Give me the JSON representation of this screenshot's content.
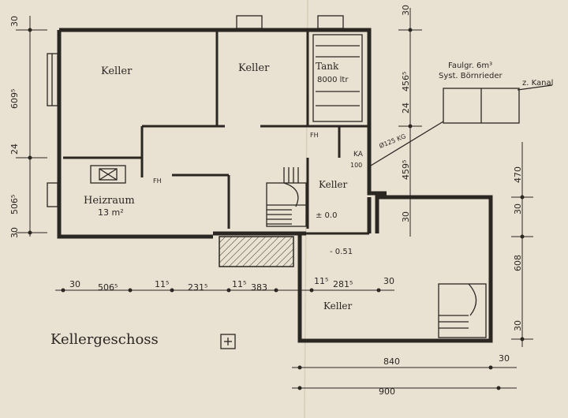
{
  "title": "Kellergeschoss",
  "rooms": {
    "keller_left": "Keller",
    "keller_mid": "Keller",
    "tank": "Tank",
    "tank_volume": "8000 ltr",
    "heizraum": "Heizraum",
    "heizraum_area": "13 m²",
    "keller_stair": "Keller",
    "keller_annex": "Keller"
  },
  "annotations": {
    "faulgr": "Faulgr. 6m³",
    "faulgr_sub": "Syst. Börnrieder",
    "kanal": "z. Kanal",
    "ka": "KA",
    "ka_val": "100",
    "slope": "Ø125 KG",
    "fh1": "FH",
    "fh2": "FH",
    "level1": "± 0.0",
    "level2": "- 0.51"
  },
  "dimensions": {
    "left_vertical": [
      "30",
      "609⁵",
      "24",
      "506⁵",
      "30"
    ],
    "right_vertical_top": [
      "30",
      "456⁵",
      "24",
      "459⁵",
      "30"
    ],
    "right_vertical_annex": [
      "470",
      "30",
      "608",
      "30"
    ],
    "bottom_chain": [
      "30",
      "506⁵",
      "11⁵",
      "231⁵",
      "11⁵",
      "383",
      "11⁵",
      "281⁵",
      "30"
    ],
    "annex_inner": "840",
    "annex_total": "900",
    "annex_side": "30"
  }
}
